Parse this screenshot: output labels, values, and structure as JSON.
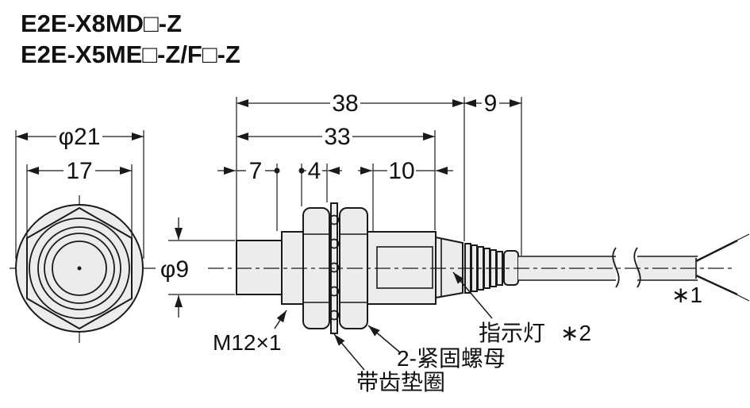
{
  "title": {
    "line1": "E2E-X8MD□-Z",
    "line2": "E2E-X5ME□-Z/F□-Z"
  },
  "front_view": {
    "dim_outer_diameter": "φ21",
    "dim_across_flats": "17"
  },
  "side_view": {
    "dim_total_length": "38",
    "dim_strain_relief": "9",
    "dim_threaded_length": "33",
    "dim_tip_length": "7",
    "dim_washer": "4",
    "dim_body": "10",
    "dim_tip_diameter": "φ9",
    "thread_label": "M12×1",
    "nuts_label": "2-紧固螺母",
    "washer_label": "带齿垫圈",
    "indicator_label": "指示灯",
    "indicator_note": "∗2",
    "cable_note": "∗1"
  },
  "colors": {
    "line": "#1a1a1a",
    "part_fill": "#ececec",
    "background": "#ffffff"
  }
}
